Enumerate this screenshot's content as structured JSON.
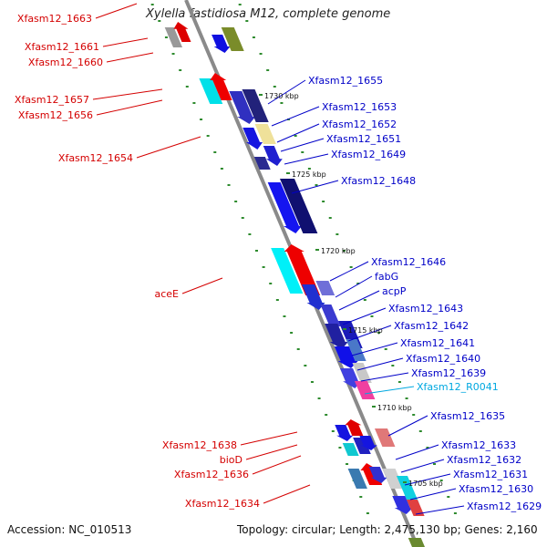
{
  "title": "Xylella fastidiosa M12, complete genome",
  "footer": {
    "accession": "Accession: NC_010513",
    "topology": "Topology: circular; Length: 2,475,130 bp; Genes: 2,160"
  },
  "colors": {
    "left_label": "#d40000",
    "right_label": "#0000c8",
    "rna_label": "#00a8e0",
    "backbone": "#8a8a8a",
    "dots": "#2e8b2e"
  },
  "kbp_ticks": [
    "1730 kbp",
    "1725 kbp",
    "1720 kbp",
    "1715 kbp",
    "1710 kbp",
    "1705 kbp"
  ],
  "left_labels": [
    "Xfasm12_1663",
    "Xfasm12_1661",
    "Xfasm12_1660",
    "Xfasm12_1657",
    "Xfasm12_1656",
    "Xfasm12_1654",
    "aceE",
    "Xfasm12_1638",
    "bioD",
    "Xfasm12_1636",
    "Xfasm12_1634"
  ],
  "right_labels": [
    "Xfasm12_1655",
    "Xfasm12_1653",
    "Xfasm12_1652",
    "Xfasm12_1651",
    "Xfasm12_1649",
    "Xfasm12_1648",
    "Xfasm12_1646",
    "fabG",
    "acpP",
    "Xfasm12_1643",
    "Xfasm12_1642",
    "Xfasm12_1641",
    "Xfasm12_1640",
    "Xfasm12_1639",
    "Xfasm12_R0041",
    "Xfasm12_1635",
    "Xfasm12_1633",
    "Xfasm12_1632",
    "Xfasm12_1631",
    "Xfasm12_1630",
    "Xfasm12_1629"
  ]
}
